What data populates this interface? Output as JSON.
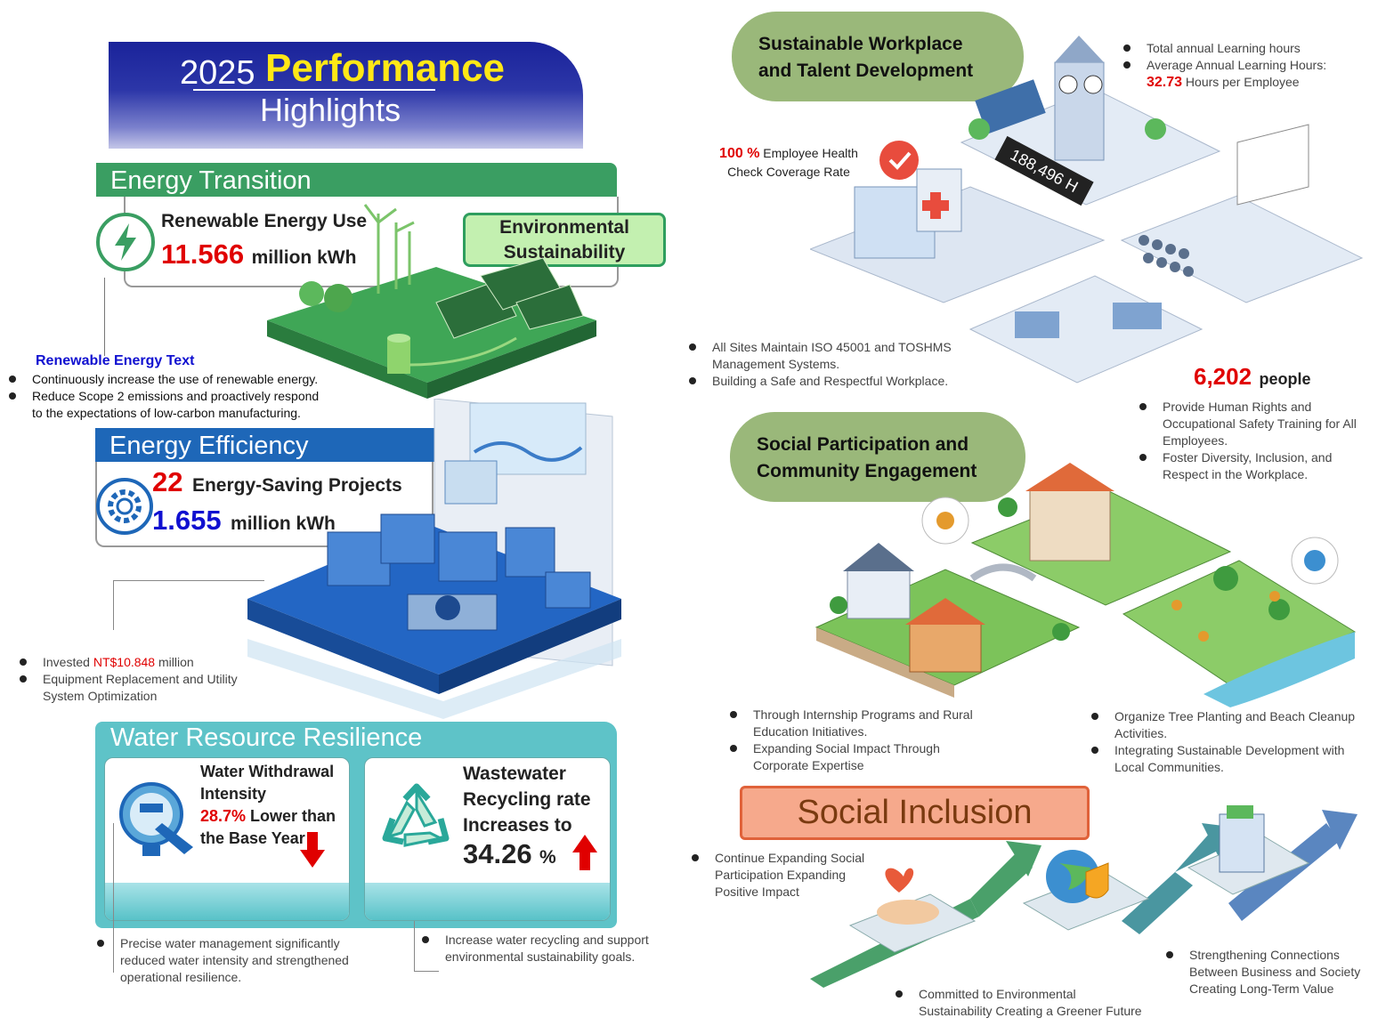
{
  "banner": {
    "year": "2025",
    "title": "Performance",
    "subtitle": "Highlights"
  },
  "energy_transition": {
    "heading": "Energy Transition",
    "metric_label": "Renewable Energy Use",
    "metric_value": "11.566",
    "metric_unit": "million kWh",
    "env_label_line1": "Environmental",
    "env_label_line2": "Sustainability",
    "text_title": "Renewable Energy Text",
    "bullets": [
      "Continuously increase the use of renewable energy.",
      "Reduce Scope 2 emissions and proactively respond",
      "to the expectations of low-carbon manufacturing."
    ]
  },
  "energy_efficiency": {
    "heading": "Energy Efficiency",
    "projects_value": "22",
    "projects_label": "Energy-Saving Projects",
    "saving_value": "1.655",
    "saving_unit": "million kWh",
    "invest_prefix": "Invested ",
    "invest_value": "NT$10.848",
    "invest_suffix": " million",
    "bullet2_line1": "Equipment Replacement and Utility",
    "bullet2_line2": "System Optimization"
  },
  "water": {
    "heading": "Water Resource Resilience",
    "withdrawal_l1": "Water Withdrawal",
    "withdrawal_l2": "Intensity",
    "withdrawal_pct": "28.7%",
    "withdrawal_l3": " Lower than",
    "withdrawal_l4": "the Base Year",
    "recycle_l1": "Wastewater",
    "recycle_l2": "Recycling rate",
    "recycle_l3": "Increases to",
    "recycle_value": "34.26",
    "recycle_unit": "%",
    "left_b_l1": "Precise water management significantly",
    "left_b_l2": "reduced water intensity and strengthened",
    "left_b_l3": "operational resilience.",
    "right_b_l1": "Increase water recycling and support",
    "right_b_l2": "environmental sustainability goals."
  },
  "workplace": {
    "heading_l1": "Sustainable Workplace",
    "heading_l2": "and Talent Development",
    "b1": "Total annual Learning hours",
    "b2": "Average Annual Learning Hours:",
    "hours_value": "32.73",
    "hours_suffix": " Hours per Employee",
    "sign": "188,496 H",
    "health_value": "100 %",
    "health_l1": " Employee Health",
    "health_l2": "Check Coverage Rate",
    "iso_l1": "All Sites Maintain ISO 45001 and TOSHMS",
    "iso_l2": "Management Systems.",
    "iso_b2": "Building a Safe and Respectful Workplace.",
    "people_value": "6,202",
    "people_unit": "people",
    "t_b1_l1": "Provide Human Rights and",
    "t_b1_l2": "Occupational Safety Training for All",
    "t_b1_l3": "Employees.",
    "t_b2_l1": "Foster Diversity, Inclusion, and",
    "t_b2_l2": "Respect in the Workplace."
  },
  "community": {
    "heading_l1": "Social Participation and",
    "heading_l2": "Community Engagement",
    "l_b1_l1": "Through Internship Programs and Rural",
    "l_b1_l2": "Education Initiatives.",
    "l_b2_l1": "Expanding Social Impact Through",
    "l_b2_l2": "Corporate Expertise",
    "r_b1_l1": "Organize Tree Planting and Beach Cleanup",
    "r_b1_l2": "Activities.",
    "r_b2_l1": "Integrating Sustainable Development with",
    "r_b2_l2": "Local Communities."
  },
  "inclusion": {
    "heading": "Social Inclusion",
    "b1_l1": "Continue Expanding Social",
    "b1_l2": "Participation Expanding",
    "b1_l3": "Positive Impact",
    "b2_l1": "Committed to Environmental",
    "b2_l2": "Sustainability Creating a Greener Future",
    "b3_l1": "Strengthening Connections",
    "b3_l2": "Between Business and Society",
    "b3_l3": "Creating Long-Term Value"
  },
  "colors": {
    "green_bar": "#3a9e62",
    "blue_bar": "#1e67b8",
    "teal_bar": "#5ec3c8",
    "pill": "#9ab87a",
    "inclusion": "#f6a98c",
    "accent_red": "#e00000",
    "accent_blue": "#1010d0",
    "banner_title": "#ffe816"
  }
}
